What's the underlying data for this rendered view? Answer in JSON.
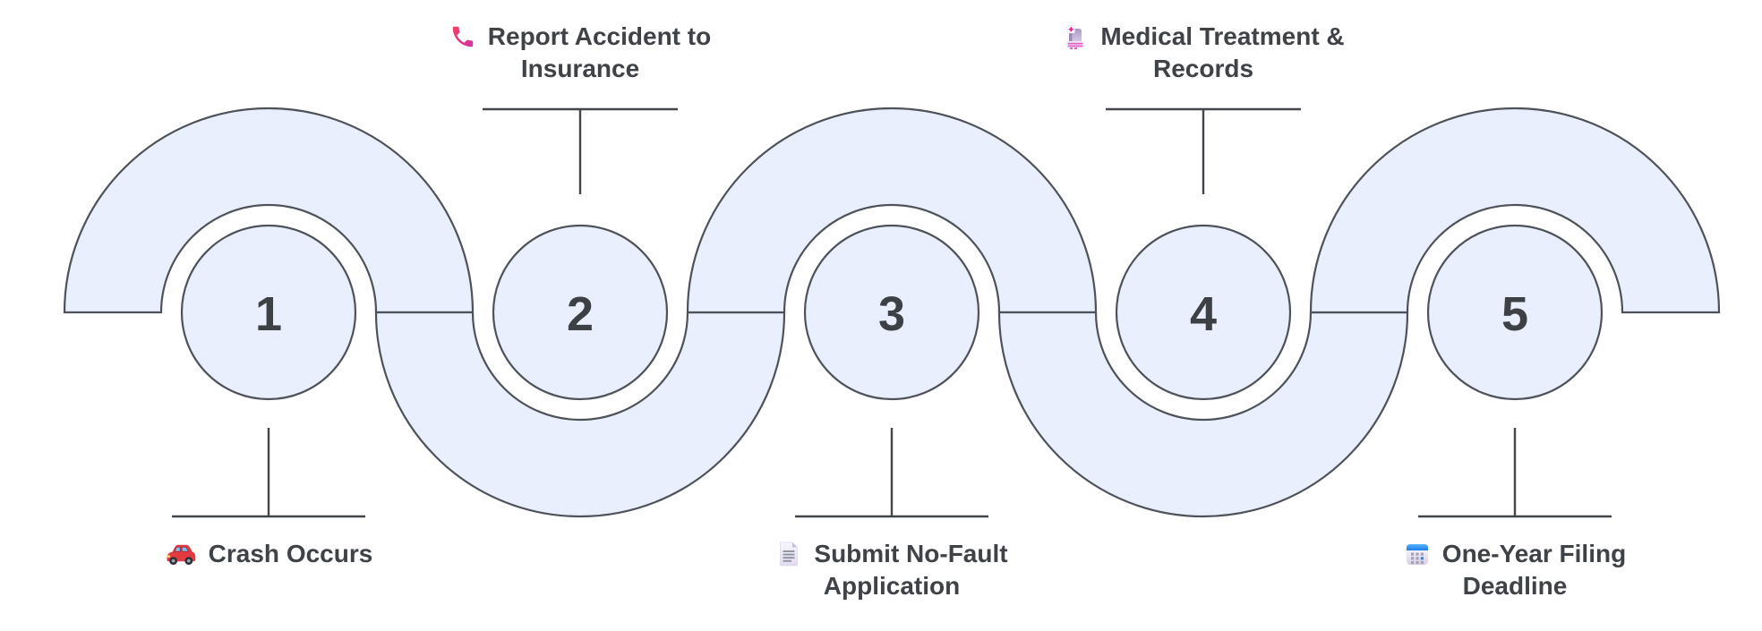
{
  "diagram": {
    "type": "serpentine-process-timeline",
    "step_count": 5,
    "background": "#ffffff",
    "colors": {
      "shape_fill": "#e9effc",
      "shape_outline": "#4e535a",
      "connector_line": "#42464b",
      "number_text": "#3d4145",
      "label_text": "#3f4347",
      "phone_icon_pink": "#e2337f",
      "car_icon_red": "#e23b41",
      "document_icon_lavender": "#e7e1f3",
      "hospital_icon_purple": "#b4a3c9",
      "hospital_cross_pink": "#e0218a",
      "calendar_icon_blue": "#2f86f6"
    }
  },
  "steps": [
    {
      "number": "1",
      "icon": "car",
      "label": "Crash Occurs",
      "lines": [
        "Crash Occurs"
      ],
      "label_position": "below"
    },
    {
      "number": "2",
      "icon": "phone-receiver",
      "label": "Report Accident to Insurance",
      "lines": [
        "Report Accident to",
        "Insurance"
      ],
      "label_position": "above"
    },
    {
      "number": "3",
      "icon": "document",
      "label": "Submit No-Fault Application",
      "lines": [
        "Submit No-Fault",
        "Application"
      ],
      "label_position": "below"
    },
    {
      "number": "4",
      "icon": "hospital",
      "label": "Medical Treatment & Records",
      "lines": [
        "Medical Treatment &",
        "Records"
      ],
      "label_position": "above"
    },
    {
      "number": "5",
      "icon": "calendar",
      "label": "One-Year Filing Deadline",
      "lines": [
        "One-Year Filing",
        "Deadline"
      ],
      "label_position": "below"
    }
  ]
}
